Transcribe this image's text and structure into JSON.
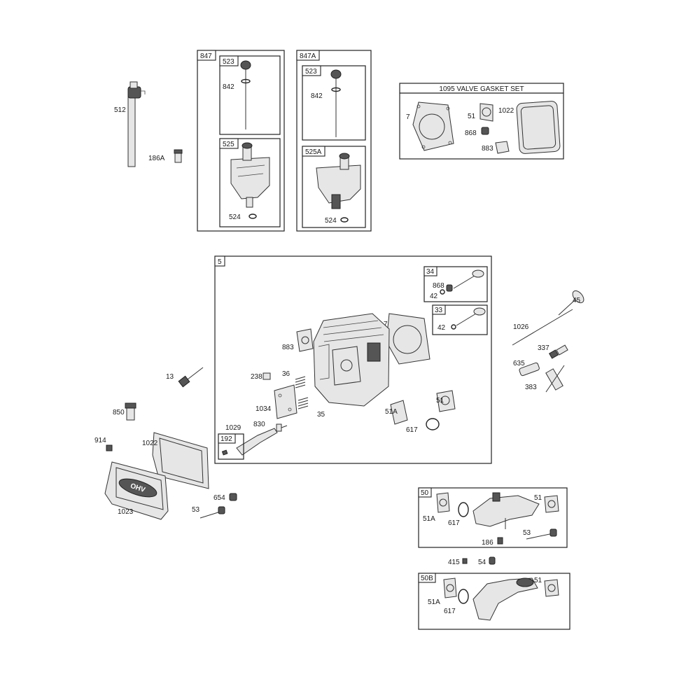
{
  "diagram": {
    "groups": {
      "g847": "847",
      "g847a": "847A",
      "g1095": "1095 VALVE GASKET SET",
      "g5": "5",
      "g34": "34",
      "g33": "33",
      "g192": "192",
      "g50": "50",
      "g50b": "50B"
    },
    "sub_boxes": {
      "b523a": "523",
      "b525": "525",
      "b523b": "523",
      "b525a": "525A"
    },
    "labels": {
      "l512": "512",
      "l186a": "186A",
      "l842a": "842",
      "l524a": "524",
      "l842b": "842",
      "l524b": "524",
      "l7a": "7",
      "l51a": "51",
      "l1022a": "1022",
      "l868a": "868",
      "l883a": "883",
      "l868b": "868",
      "l42a": "42",
      "l42b": "42",
      "l7b": "7",
      "l883b": "883",
      "l238": "238",
      "l36": "36",
      "l1034": "1034",
      "l35": "35",
      "l830": "830",
      "l1029": "1029",
      "l51ab": "51A",
      "l51b": "51",
      "l617a": "617",
      "l45": "45",
      "l1026": "1026",
      "l337": "337",
      "l635": "635",
      "l383": "383",
      "l13": "13",
      "l850": "850",
      "l914": "914",
      "l1022b": "1022",
      "l654": "654",
      "l53a": "53",
      "l1023": "1023",
      "l51c": "51",
      "l51ac": "51A",
      "l617b": "617",
      "l53b": "53",
      "l186": "186",
      "l415": "415",
      "l54": "54",
      "l51d": "51",
      "l51ad": "51A",
      "l617c": "617"
    },
    "cover_logo": "OHV"
  }
}
